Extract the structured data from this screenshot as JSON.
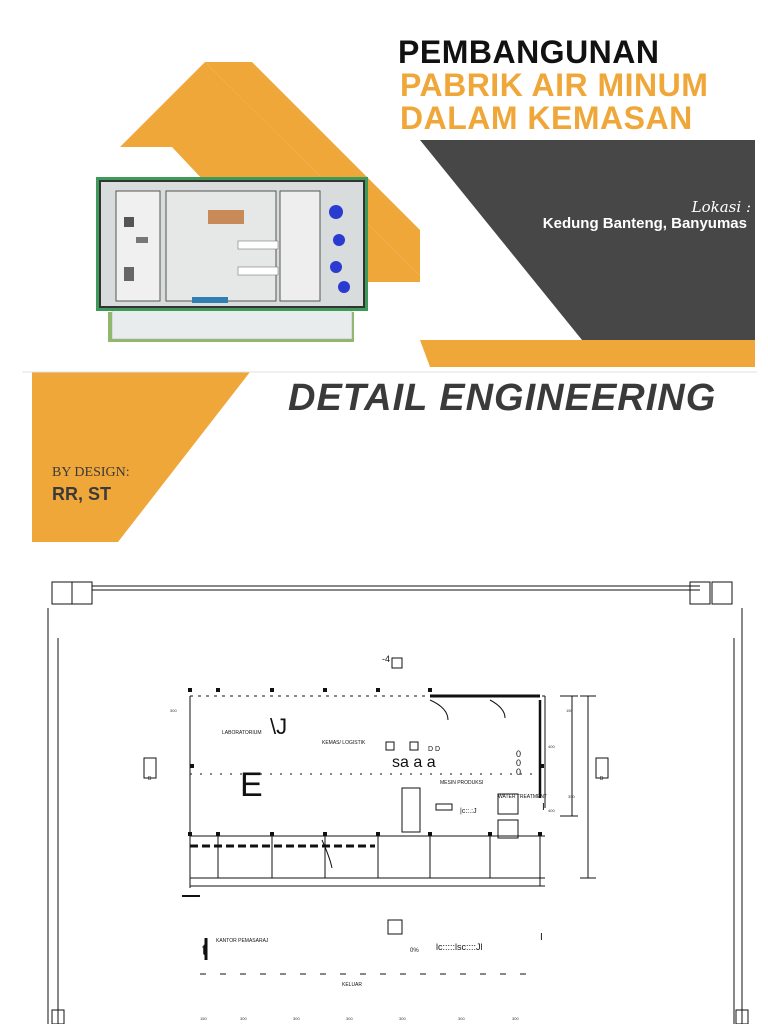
{
  "cover": {
    "title_line1": "PEMBANGUNAN",
    "title_line2": "PABRIK AIR MINUM",
    "title_line3": "DALAM KEMASAN",
    "lokasi_label": "Lokasi :",
    "lokasi_value": "Kedung Banteng, Banyumas",
    "subtitle": "DETAIL  ENGINEERING",
    "by_design_label": "BY DESIGN:",
    "designer": "RR, ST",
    "colors": {
      "orange": "#f0a73a",
      "dark": "#474747",
      "title_black": "#111111"
    }
  },
  "floorplan": {
    "rooms": {
      "laboratorium": "LABORATORIUM",
      "kemasan_logistik": "KEMAS/ LOGISTIK",
      "mesin_produksi": "MESIN PRODUKSI",
      "water_treatment": "WATER TREATMENT",
      "kantor_pemasaran": "KANTOR PEMASARAJ",
      "keluar": "KELUAR"
    },
    "marks": {
      "top_marker": "-4",
      "slash_j": "\\J",
      "big_e": "E",
      "sa_a_a": "sa  a a",
      "dd": "D  D",
      "zeros": "0\n0\n0",
      "dots_label": "lc:::::lsc::::Jl",
      "misc_label": "|c::.:J",
      "t_label": "t",
      "i_mark": "I",
      "zero_pct": "0%",
      "axis_b": "B"
    },
    "bottom_dims": [
      "150",
      "300",
      "300",
      "300",
      "300",
      "300",
      "300"
    ],
    "side_dims": [
      "150",
      "400",
      "400",
      "300",
      "350"
    ]
  }
}
